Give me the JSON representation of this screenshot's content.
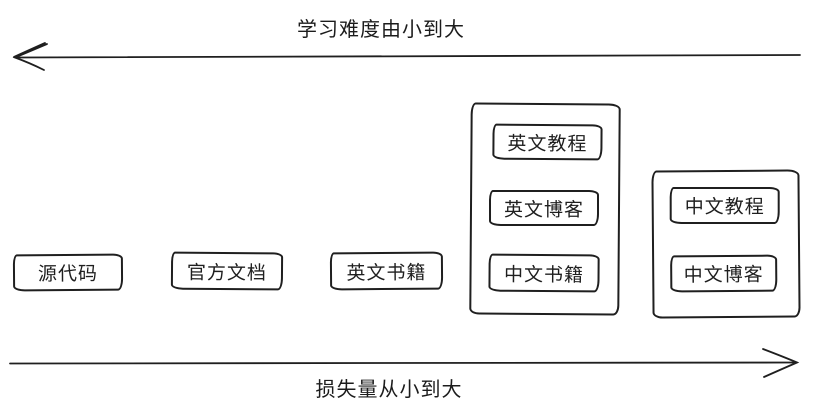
{
  "diagram": {
    "top_axis": {
      "label": "学习难度由小到大",
      "direction": "left"
    },
    "bottom_axis": {
      "label": "损失量从小到大",
      "direction": "right"
    },
    "standalone_boxes": [
      {
        "label": "源代码"
      },
      {
        "label": "官方文档"
      },
      {
        "label": "英文书籍"
      }
    ],
    "groups": [
      {
        "name": "english-advanced-group",
        "items": [
          {
            "label": "英文教程"
          },
          {
            "label": "英文博客"
          },
          {
            "label": "中文书籍"
          }
        ]
      },
      {
        "name": "chinese-group",
        "items": [
          {
            "label": "中文教程"
          },
          {
            "label": "中文博客"
          }
        ]
      }
    ],
    "colors": {
      "stroke": "#1f1f1f",
      "background": "#ffffff"
    }
  }
}
